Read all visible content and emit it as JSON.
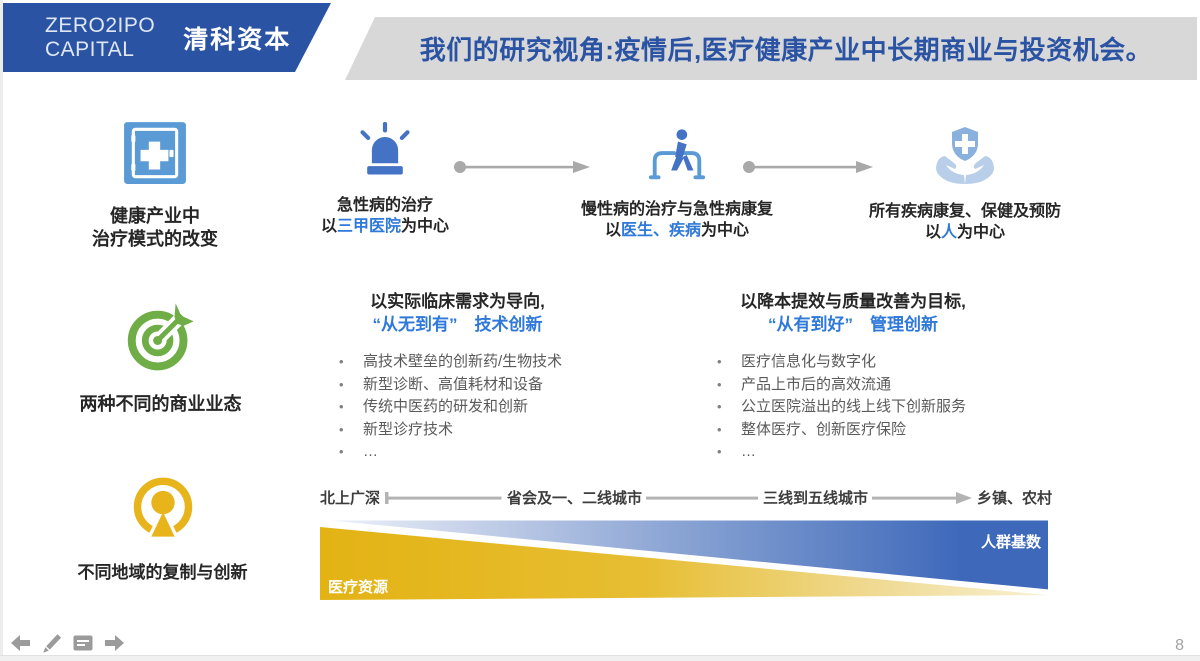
{
  "header": {
    "logo_en_line1": "ZERO2IPO",
    "logo_en_line2": "CAPITAL",
    "logo_cn": "清科资本",
    "title": "我们的研究视角:疫情后,医疗健康产业中长期商业与投资机会。"
  },
  "row1": {
    "label_line1": "健康产业中",
    "label_line2": "治疗模式的改变",
    "stages": [
      {
        "title": "急性病的治疗",
        "prefix": "以",
        "highlight": "三甲医院",
        "suffix": "为中心"
      },
      {
        "title": "慢性病的治疗与急性病康复",
        "prefix": "以",
        "highlight": "医生、疾病",
        "suffix": "为中心"
      },
      {
        "title": "所有疾病康复、保健及预防",
        "prefix": "以",
        "highlight": "人",
        "suffix": "为中心"
      }
    ]
  },
  "row2": {
    "label": "两种不同的商业业态",
    "columns": [
      {
        "header_black": "以实际临床需求为导向,",
        "header_blue": "“从无到有”　技术创新",
        "bullets": [
          "高技术壁垒的创新药/生物技术",
          "新型诊断、高值耗材和设备",
          "传统中医药的研发和创新",
          "新型诊疗技术",
          "…"
        ]
      },
      {
        "header_black": "以降本提效与质量改善为目标,",
        "header_blue": "“从有到好”　管理创新",
        "bullets": [
          "医疗信息化与数字化",
          "产品上市后的高效流通",
          "公立医院溢出的线上线下创新服务",
          "整体医疗、创新医疗保险",
          "…"
        ]
      }
    ]
  },
  "row3": {
    "label": "不同地域的复制与创新",
    "axis": [
      "北上广深",
      "省会及一、二线城市",
      "三线到五线城市",
      "乡镇、农村"
    ],
    "medical_label": "医疗资源",
    "population_label": "人群基数"
  },
  "footer": {
    "page_number": "8"
  },
  "colors": {
    "brand_blue": "#2b53a3",
    "banner_gray": "#d8d8d8",
    "accent_blue": "#2e79d9",
    "icon_blue": "#4472c4",
    "icon_light_blue": "#5b9bd5",
    "icon_green": "#6fad47",
    "icon_gold": "#e7b41c",
    "wedge_blue": "#3e69ba",
    "wedge_yellow": "#e3b314",
    "body_gray_text": "#5a5a5a",
    "arrow_gray": "#a9a9a9"
  }
}
